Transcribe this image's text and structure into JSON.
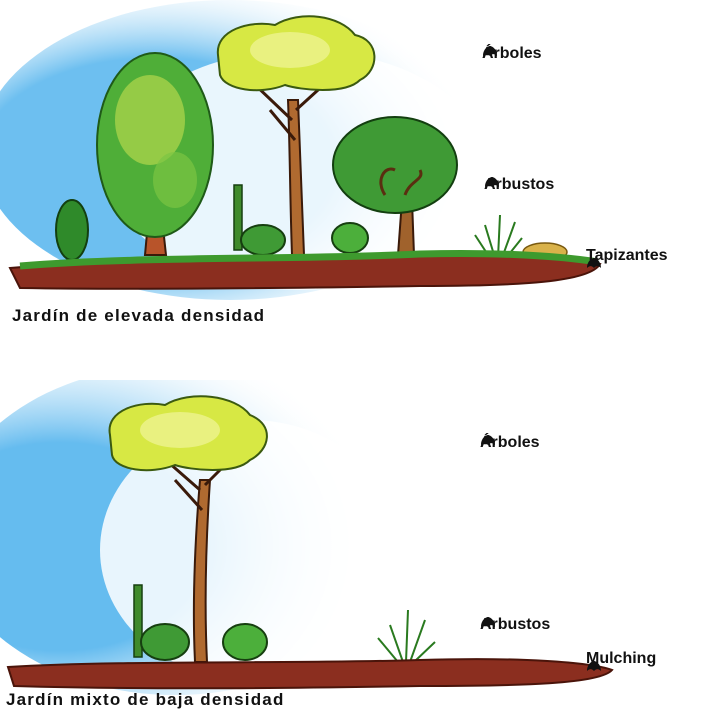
{
  "scenes": [
    {
      "caption": "Jardín de elevada densidad",
      "labels": {
        "trees": "Árboles",
        "shrubs": "Arbustos",
        "ground": "Tapizantes"
      }
    },
    {
      "caption": "Jardín mixto de baja densidad",
      "labels": {
        "trees": "Árboles",
        "shrubs": "Arbustos",
        "ground": "Mulching"
      }
    }
  ],
  "colors": {
    "sky": "#6fc3f0",
    "soil": "#8b2e1f",
    "grass": "#3e9a2e",
    "leaf_light": "#d4e54a",
    "leaf_green": "#6bbf3a",
    "leaf_dark": "#2f8a2a",
    "trunk": "#a0622c"
  },
  "icons": {
    "bullet": "leaf-bullet-icon"
  }
}
